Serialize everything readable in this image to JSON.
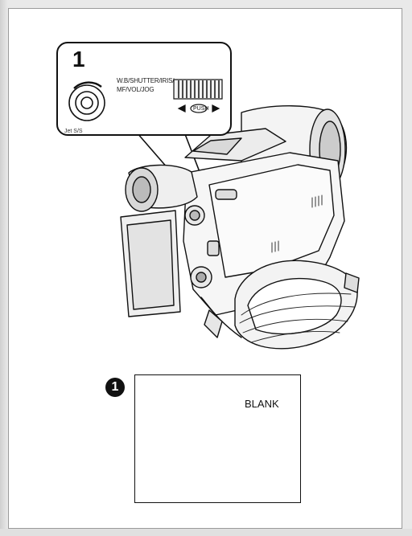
{
  "figure": {
    "step_number": "1",
    "dial_label": "Jet S/S",
    "menu_lines": [
      "W.B/SHUTTER/IRIS/",
      "MF/VOL/JOG"
    ],
    "push_label": "PUSH"
  },
  "display": {
    "badge": "1",
    "screen_text": "BLANK"
  },
  "icons": [
    "mode-dial-icon",
    "jog-dial-icon",
    "camcorder-illustration"
  ]
}
